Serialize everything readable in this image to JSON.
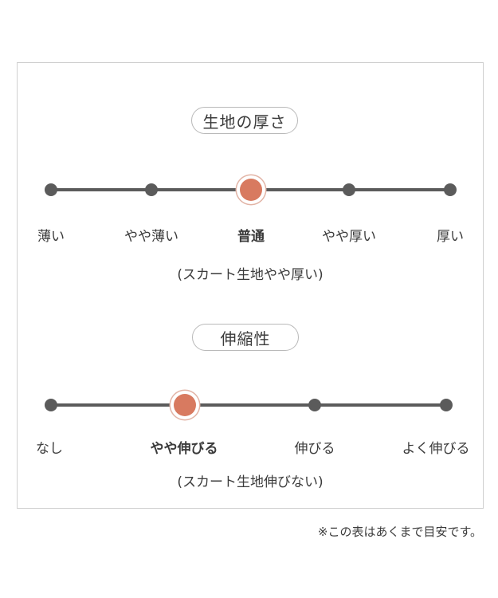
{
  "thickness": {
    "title": "生地の厚さ",
    "levels": [
      "薄い",
      "やや薄い",
      "普通",
      "やや厚い",
      "厚い"
    ],
    "selected_index": 2,
    "note": "(スカート生地やや厚い)"
  },
  "stretch": {
    "title": "伸縮性",
    "levels": [
      "なし",
      "やや伸びる",
      "伸びる",
      "よく伸びる"
    ],
    "selected_index": 1,
    "note": "(スカート生地伸びない)"
  },
  "footnote": "※この表はあくまで目安です。",
  "colors": {
    "selected": "#d87a60",
    "track": "#5b5b5b",
    "frame": "#cfcfcf"
  }
}
